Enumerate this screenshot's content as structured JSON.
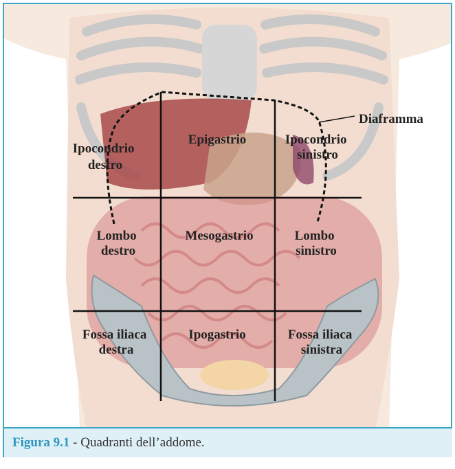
{
  "figure": {
    "regions": {
      "ipocondrio_destro": [
        "Ipocondrio",
        "destro"
      ],
      "epigastrio": [
        "Epigastrio"
      ],
      "ipocondrio_sinistro": [
        "Ipocondrio",
        "sinistro"
      ],
      "lombo_destro": [
        "Lombo",
        "destro"
      ],
      "mesogastrio": [
        "Mesogastrio"
      ],
      "lombo_sinistro": [
        "Lombo",
        "sinistro"
      ],
      "fossa_iliaca_destra": [
        "Fossa iliaca",
        "destra"
      ],
      "ipogastrio": [
        "Ipogastrio"
      ],
      "fossa_iliaca_sinistra": [
        "Fossa iliaca",
        "sinistra"
      ]
    },
    "diaphragm_label": "Diaframma"
  },
  "caption": {
    "number": "Figura 9.1",
    "text": " - Quadranti dell’addome."
  },
  "colors": {
    "border": "#3aa6c6",
    "caption_background": "#dff0f7",
    "caption_number": "#2d97bd"
  }
}
